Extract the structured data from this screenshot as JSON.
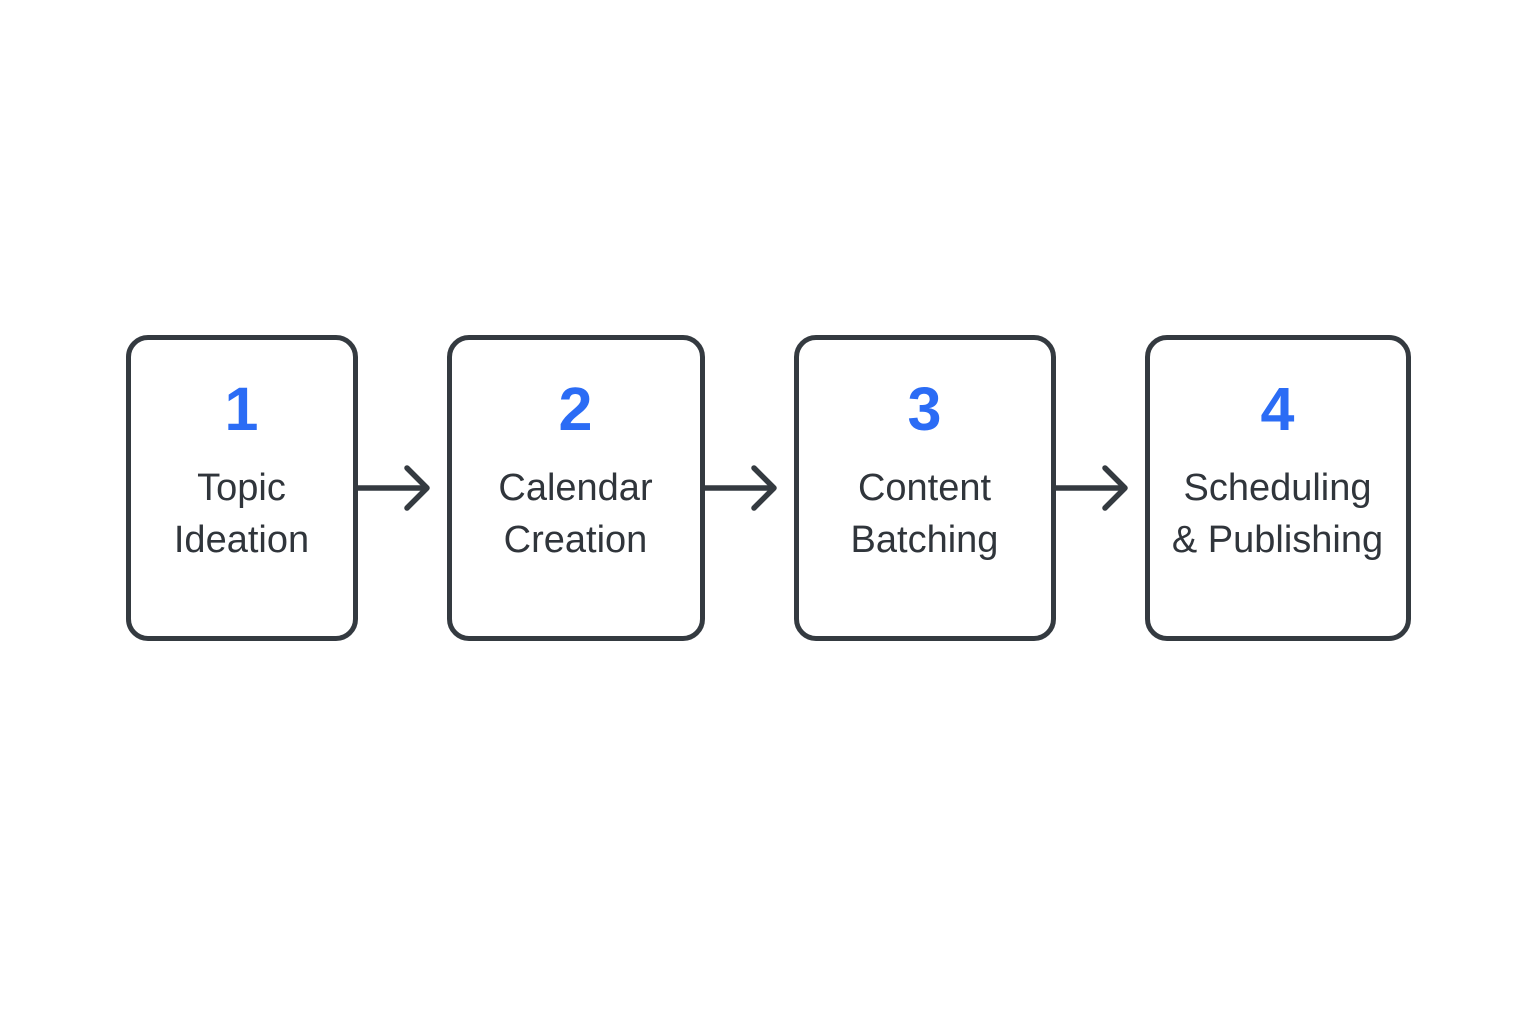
{
  "diagram": {
    "type": "horizontal-flowchart",
    "steps": [
      {
        "number": "1",
        "label": "Topic Ideation",
        "label_lines": [
          "Topic",
          "Ideation"
        ]
      },
      {
        "number": "2",
        "label": "Calendar Creation",
        "label_lines": [
          "Calendar",
          "Creation"
        ]
      },
      {
        "number": "3",
        "label": "Content Batching",
        "label_lines": [
          "Content",
          "Batching"
        ]
      },
      {
        "number": "4",
        "label": "Scheduling & Publishing",
        "label_lines": [
          "Scheduling",
          "& Publishing"
        ]
      }
    ],
    "connectors": [
      "arrow-right",
      "arrow-right",
      "arrow-right"
    ],
    "colors": {
      "accent_blue": "#2b6cf5",
      "stroke_dark": "#343a40",
      "text_dark": "#30353b",
      "background": "#ffffff"
    }
  }
}
